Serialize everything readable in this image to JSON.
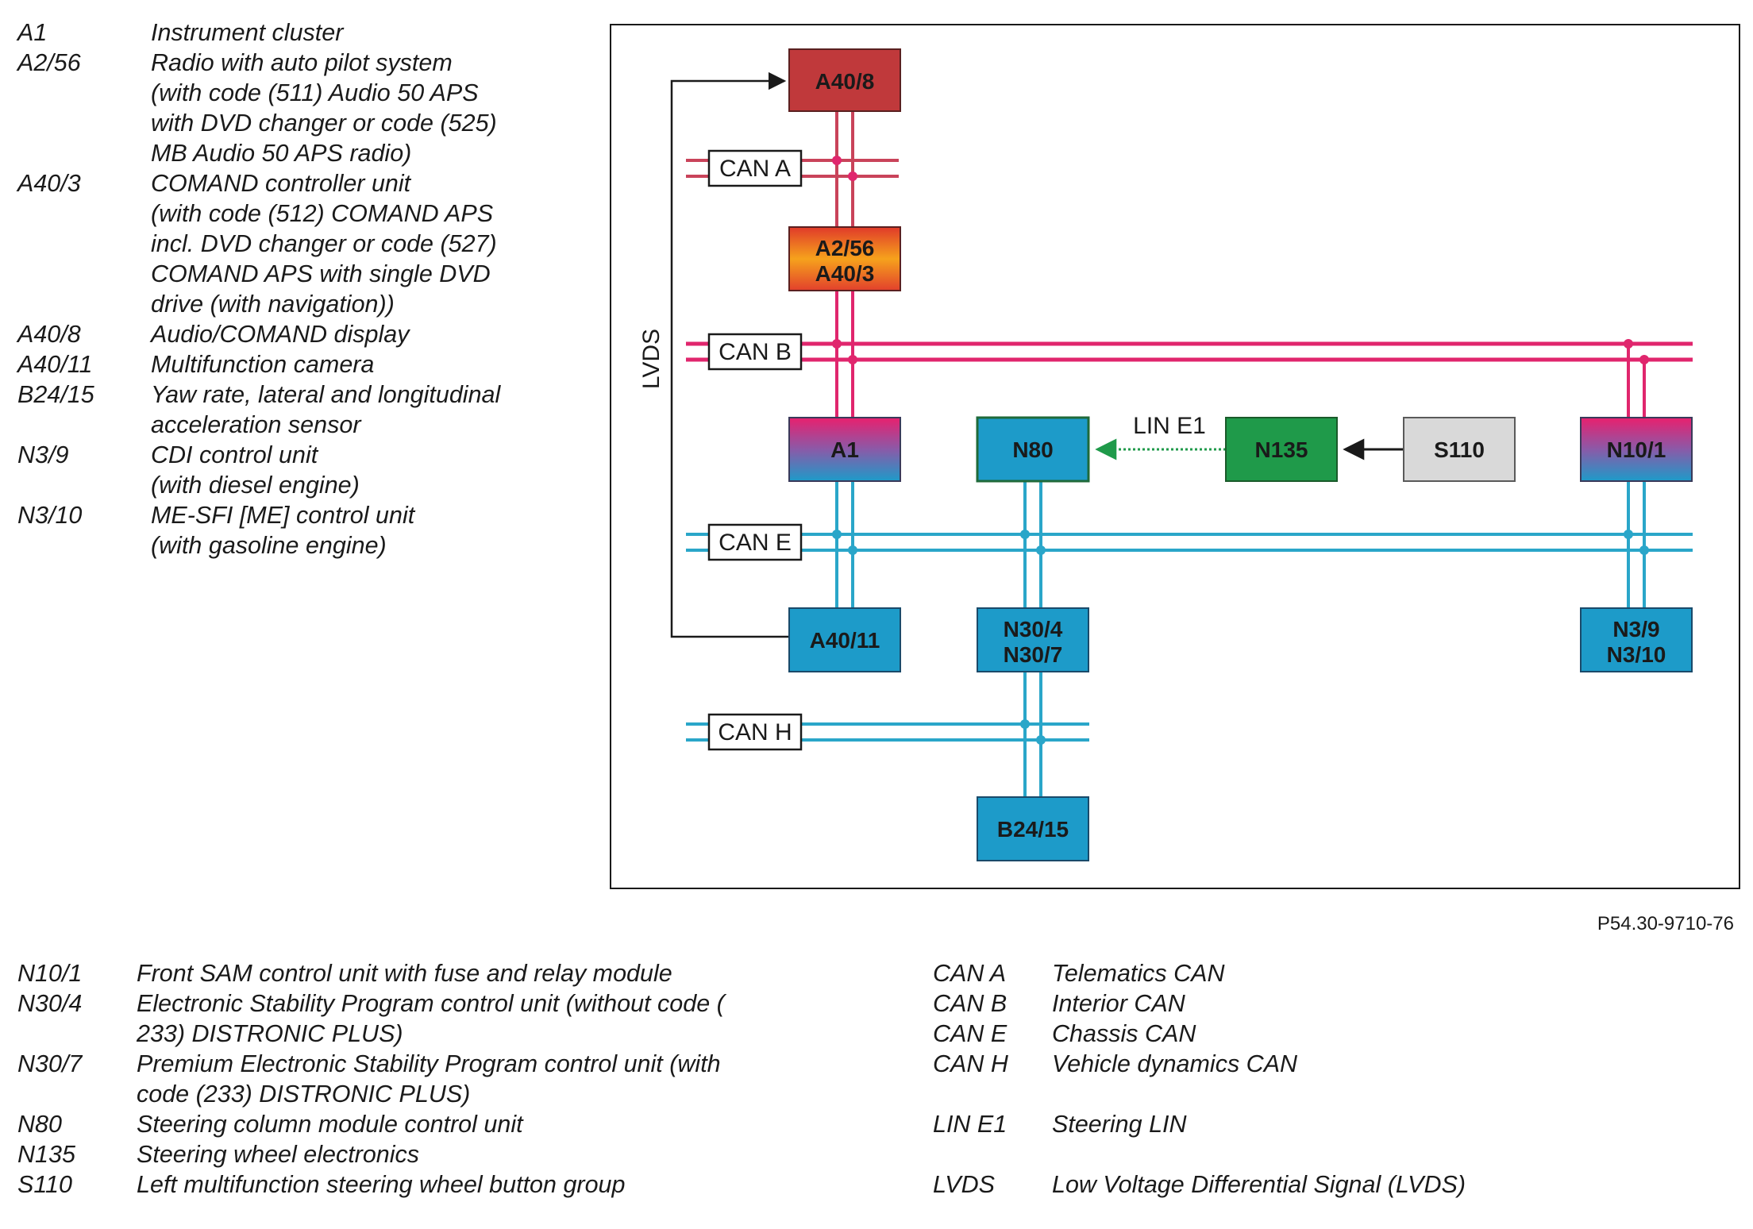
{
  "legend_top": [
    {
      "code": "A1",
      "desc": [
        "Instrument cluster"
      ]
    },
    {
      "code": "A2/56",
      "desc": [
        "Radio with auto pilot system",
        "(with code (511) Audio 50 APS",
        "with DVD changer or code (525)",
        "MB Audio 50 APS radio)"
      ]
    },
    {
      "code": "A40/3",
      "desc": [
        "COMAND controller unit",
        "(with code (512) COMAND APS",
        "incl. DVD changer or code (527)",
        "COMAND APS with single DVD",
        "drive (with navigation))"
      ]
    },
    {
      "code": "A40/8",
      "desc": [
        "Audio/COMAND display"
      ]
    },
    {
      "code": "A40/11",
      "desc": [
        "Multifunction camera"
      ]
    },
    {
      "code": "B24/15",
      "desc": [
        "Yaw rate, lateral and longitudinal",
        "acceleration sensor"
      ]
    },
    {
      "code": "N3/9",
      "desc": [
        "CDI control unit",
        "(with diesel engine)"
      ]
    },
    {
      "code": "N3/10",
      "desc": [
        "ME-SFI [ME] control unit",
        "(with gasoline engine)"
      ]
    }
  ],
  "legend_bottom_left": [
    {
      "code": "N10/1",
      "desc": [
        "Front SAM control unit with fuse and relay module"
      ]
    },
    {
      "code": "N30/4",
      "desc": [
        "Electronic Stability Program control unit (without code (",
        "233) DISTRONIC PLUS)"
      ]
    },
    {
      "code": "N30/7",
      "desc": [
        "Premium Electronic Stability Program control unit (with",
        "code (233) DISTRONIC PLUS)"
      ]
    },
    {
      "code": "N80",
      "desc": [
        "Steering column module control unit"
      ]
    },
    {
      "code": "N135",
      "desc": [
        "Steering wheel electronics"
      ]
    },
    {
      "code": "S110",
      "desc": [
        "Left multifunction steering wheel button group"
      ]
    }
  ],
  "legend_bottom_right": [
    {
      "code": "CAN A",
      "desc": [
        "Telematics CAN"
      ]
    },
    {
      "code": "CAN B",
      "desc": [
        "Interior CAN"
      ]
    },
    {
      "code": "CAN E",
      "desc": [
        "Chassis CAN"
      ]
    },
    {
      "code": "CAN H",
      "desc": [
        "Vehicle dynamics CAN"
      ]
    },
    {
      "code": "",
      "desc": [
        ""
      ]
    },
    {
      "code": "LIN E1",
      "desc": [
        "Steering LIN"
      ]
    },
    {
      "code": "",
      "desc": [
        ""
      ]
    },
    {
      "code": "LVDS",
      "desc": [
        "Low Voltage Differential Signal (LVDS)"
      ]
    }
  ],
  "diagram": {
    "buses": {
      "can_a": "CAN A",
      "can_b": "CAN B",
      "can_e": "CAN E",
      "can_h": "CAN H",
      "lin_e1": "LIN E1",
      "lvds": "LVDS"
    },
    "modules": {
      "a40_8": [
        "A40/8"
      ],
      "a2_56_a40_3": [
        "A2/56",
        "A40/3"
      ],
      "a1": [
        "A1"
      ],
      "n80": [
        "N80"
      ],
      "n135": [
        "N135"
      ],
      "s110": [
        "S110"
      ],
      "n10_1": [
        "N10/1"
      ],
      "a40_11": [
        "A40/11"
      ],
      "n30_4_n30_7": [
        "N30/4",
        "N30/7"
      ],
      "n3_9_n3_10": [
        "N3/9",
        "N3/10"
      ],
      "b24_15": [
        "B24/15"
      ]
    },
    "colors": {
      "can_a_line": "#c9435a",
      "can_b_line": "#e0266d",
      "can_e_h_line": "#2aa6c9",
      "telematics_red": "#c0393b",
      "interior_magenta": "#e0267a",
      "chassis_blue": "#1d9bc9",
      "steering_green": "#1f9a4a",
      "switch_grey": "#d9d9d9"
    }
  },
  "figure_ref": "P54.30-9710-76"
}
